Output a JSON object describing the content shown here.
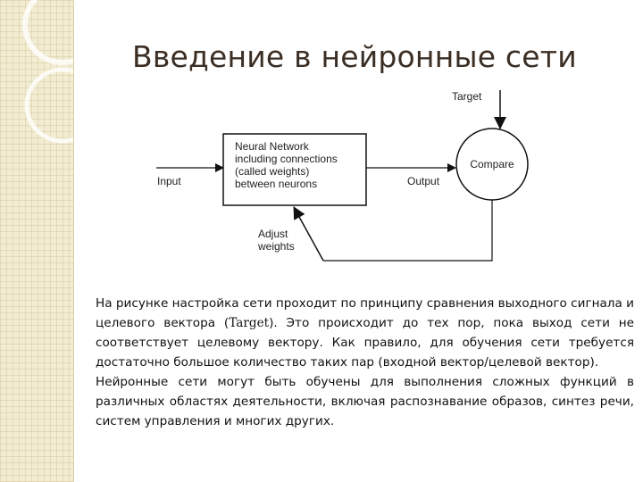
{
  "slide": {
    "title": "Введение в нейронные сети"
  },
  "diagram": {
    "network_box_lines": [
      "Neural Network",
      "including connections",
      "(called weights)",
      "between neurons"
    ],
    "input_label": "Input",
    "output_label": "Output",
    "target_label": "Target",
    "compare_label": "Compare",
    "adjust_label_lines": [
      "Adjust",
      "weights"
    ]
  },
  "body": {
    "para1_before": "На рисунке настройка сети проходит по принципу сравнения выходного сигнала и целевого вектора (",
    "para1_term": "Target",
    "para1_after": "). Это происходит до тех пор, пока выход сети не соответствует целевому вектору. Как правило, для обучения сети требуется достаточно большое количество таких пар (входной вектор/целевой вектор).",
    "para2": "Нейронные сети могут быть обучены для выполнения сложных функций в различных областях деятельности, включая распознавание образов, синтез речи, систем управления и многих других."
  },
  "colors": {
    "side_strip": "#f2ecd2",
    "title": "#3b2e24",
    "diagram_stroke": "#111111"
  }
}
